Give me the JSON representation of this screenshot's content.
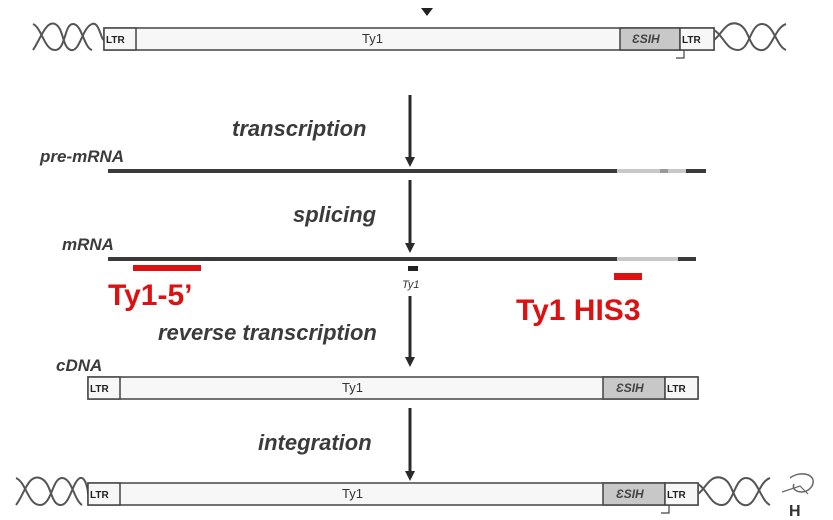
{
  "steps": {
    "transcription": "transcription",
    "splicing": "splicing",
    "reverse_transcription": "reverse transcription",
    "integration": "integration"
  },
  "molecules": {
    "pre_mrna": "pre-mRNA",
    "mrna": "mRNA",
    "cdna": "cDNA"
  },
  "elements": {
    "ltr": "LTR",
    "ty1": "Ty1",
    "his3_reversed": "ƐSIH",
    "ty1_small": "Ty1",
    "h_fragment": "H"
  },
  "probes": {
    "ty1_5prime": "Ty1-5’",
    "ty1_his3": "Ty1 HIS3"
  },
  "colors": {
    "probe_red": "#dd1111",
    "line_dark": "#3a3a3a",
    "box_fill": "#f7f7f7",
    "his_fill": "#c8c8c8"
  }
}
